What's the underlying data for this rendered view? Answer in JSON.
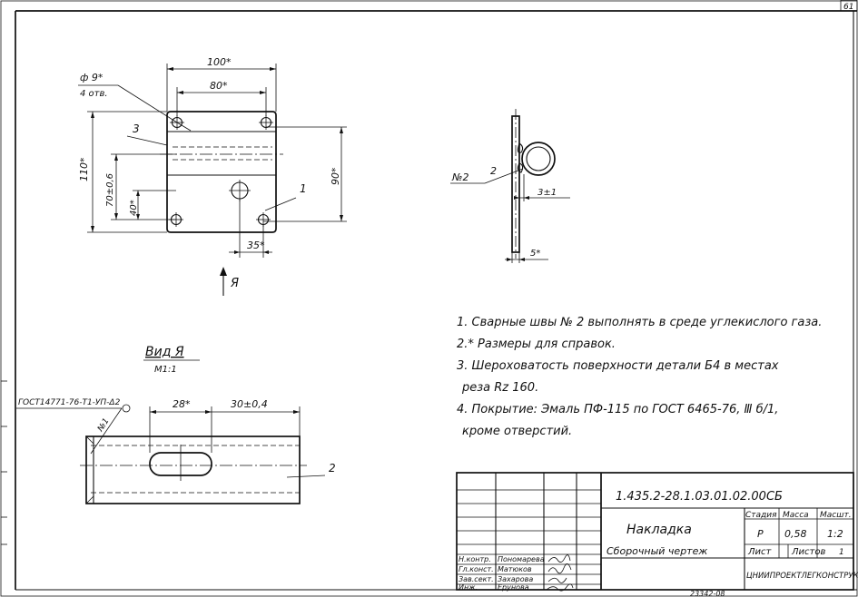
{
  "sheet_number": "61",
  "plan_view": {
    "hole_callout_line1": "ф 9*",
    "hole_callout_line2": "4 отв.",
    "dim_100": "100*",
    "dim_80": "80*",
    "dim_110": "110*",
    "dim_70": "70±0,6",
    "dim_40": "40*",
    "dim_90": "90*",
    "dim_35": "35*",
    "pos_3": "3",
    "pos_1": "1",
    "view_arrow_label": "Я"
  },
  "side_view": {
    "weld_label": "№2",
    "weld_symbol": "2",
    "dim_3": "3±1",
    "dim_5": "5*"
  },
  "view_a": {
    "title": "Вид Я",
    "scale": "М1:1",
    "weld_callout": "ГОСТ14771-76-Т1-УП-Δ2",
    "weld_tag": "№1",
    "dim_28": "28*",
    "dim_30": "30±0,4",
    "pos_2": "2"
  },
  "notes": [
    "1. Сварные швы № 2 выполнять в среде углекислого газа.",
    "2.* Размеры для справок.",
    "3. Шероховатость поверхности детали Б4 в местах",
    "реза Rz 160.",
    "4. Покрытие: Эмаль ПФ-115 по ГОСТ 6465-76, Ⅲ б/1,",
    "кроме отверстий."
  ],
  "title_block": {
    "designation": "1.435.2-28.1.03.01.02.00СБ",
    "name": "Накладка",
    "doc_type": "Сборочный чертеж",
    "col_stage": "Стадия",
    "col_mass": "Масса",
    "col_scale": "Масшт.",
    "stage": "Р",
    "mass": "0,58",
    "scale": "1:2",
    "sheet_label": "Лист",
    "sheets_label": "Листов",
    "sheets_value": "1",
    "organization": "ЦНИИПРОЕКТЛЕГКОНСТРУКЦИЯ",
    "roles": [
      "Н.контр.",
      "Гл.конст.",
      "Зав.сект.",
      "Инж."
    ],
    "names": [
      "Пономарева",
      "Матюков",
      "Захарова",
      "Ерунова"
    ],
    "bottom_strip": "23342-08"
  }
}
